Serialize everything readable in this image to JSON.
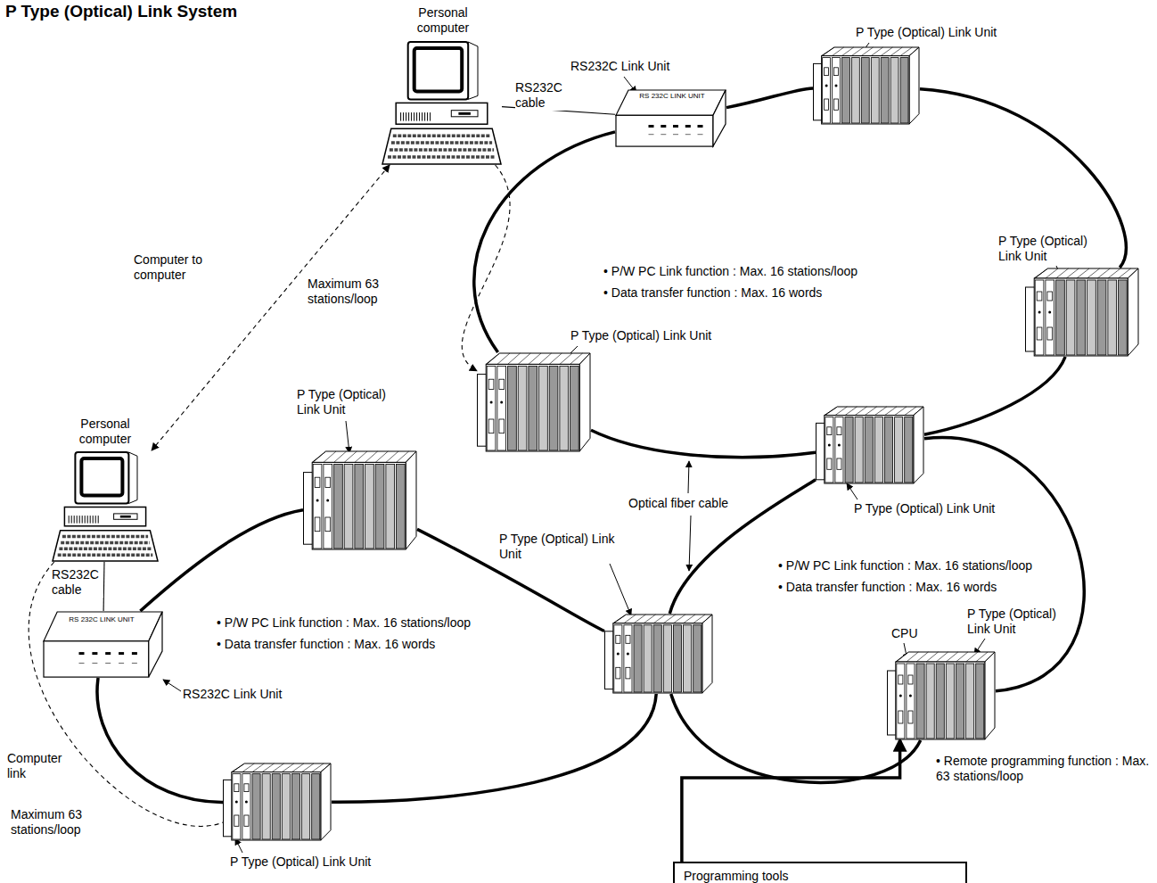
{
  "diagram": {
    "title": "P Type (Optical) Link System",
    "nodes": [
      {
        "text": [
          "Personal computer"
        ]
      },
      {
        "text": [
          "RS232C Link Unit",
          "RS 232C LINK UNIT"
        ]
      },
      {
        "text": [
          "P Type (Optical) Link Unit"
        ]
      },
      {
        "text": [
          "P Type (Optical) Link Unit"
        ]
      },
      {
        "text": [
          "P Type (Optical) Link Unit"
        ]
      },
      {
        "text": [
          "P Type (Optical) Link Unit"
        ]
      },
      {
        "text": [
          "Personal computer"
        ]
      },
      {
        "text": [
          "RS232C Link Unit",
          "RS 232C LINK UNIT"
        ]
      },
      {
        "text": [
          "P Type (Optical) Link Unit"
        ]
      },
      {
        "text": [
          "P Type (Optical) Link Unit"
        ]
      },
      {
        "text": [
          "P Type (Optical) Link Unit"
        ]
      },
      {
        "text": [
          "P Type (Optical) Link Unit"
        ]
      },
      {
        "text": [
          "Programming tools"
        ]
      }
    ],
    "edges": [
      {
        "from": 0,
        "to": 1,
        "arrow": "none",
        "label": "RS232C cable"
      },
      {
        "from": 1,
        "to": 2,
        "arrow": "none"
      },
      {
        "from": 2,
        "to": 3,
        "arrow": "none"
      },
      {
        "from": 3,
        "to": 5,
        "arrow": "none"
      },
      {
        "from": 5,
        "to": 4,
        "arrow": "none"
      },
      {
        "from": 4,
        "to": 1,
        "arrow": "none"
      },
      {
        "from": 8,
        "to": 9,
        "arrow": "none"
      },
      {
        "from": 9,
        "to": 10,
        "arrow": "none"
      },
      {
        "from": 10,
        "to": 7,
        "arrow": "none"
      },
      {
        "from": 7,
        "to": 8,
        "arrow": "none"
      },
      {
        "from": 5,
        "to": 11,
        "arrow": "none"
      },
      {
        "from": 11,
        "to": 9,
        "arrow": "none"
      },
      {
        "from": 9,
        "to": 5,
        "arrow": "none"
      },
      {
        "from": 6,
        "to": 7,
        "arrow": "none",
        "label": "RS232C cable"
      },
      {
        "from": 0,
        "to": 6,
        "arrow": "both",
        "label": "Computer to computer"
      },
      {
        "from": 0,
        "to": 4,
        "arrow": "to",
        "label": "Maximum 63 stations/loop"
      },
      {
        "from": 6,
        "to": 10,
        "arrow": "none",
        "label": "Computer link"
      },
      {
        "from": 12,
        "to": 11,
        "arrow": "to"
      }
    ],
    "labels": [
      "• P/W PC Link function : Max. 16 stations/loop",
      "• Data transfer function : Max. 16 words",
      "• P/W PC Link function : Max. 16 stations/loop",
      "• Data transfer function : Max. 16 words",
      "• P/W PC Link function : Max. 16 stations/loop",
      "• Data transfer function : Max. 16 words",
      "Optical fiber cable",
      "CPU",
      "• Remote programming function : Max. 63 stations/loop",
      "Maximum 63 stations/loop"
    ]
  }
}
